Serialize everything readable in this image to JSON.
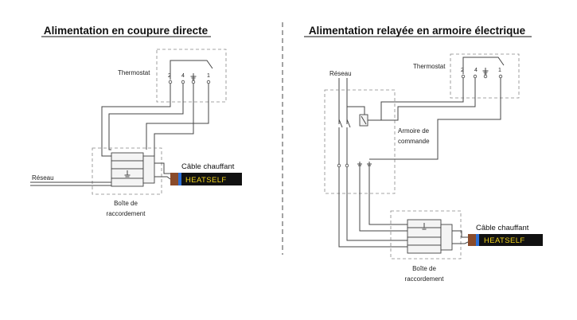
{
  "left_diagram": {
    "title": "Alimentation en coupure directe",
    "thermostat_label": "Thermostat",
    "terminals": [
      "2",
      "4",
      "1"
    ],
    "network_label": "Réseau",
    "box_label_line1": "Boîte de",
    "box_label_line2": "raccordement",
    "cable_label": "Câble chauffant",
    "brand": "HEATSELF"
  },
  "right_diagram": {
    "title": "Alimentation relayée en armoire électrique",
    "thermostat_label": "Thermostat",
    "terminals": [
      "2",
      "4",
      "1"
    ],
    "network_label": "Réseau",
    "cabinet_label_line1": "Armoire de",
    "cabinet_label_line2": "commande",
    "box_label_line1": "Boîte de",
    "box_label_line2": "raccordement",
    "cable_label": "Câble chauffant",
    "brand": "HEATSELF"
  },
  "colors": {
    "cable_body": "#111111",
    "cable_brand_text": "#f2d31a",
    "cable_tip": "#2b6fd6",
    "wire_brown": "#8a4b2a"
  },
  "icons": {
    "ground": "ground-symbol-icon"
  }
}
